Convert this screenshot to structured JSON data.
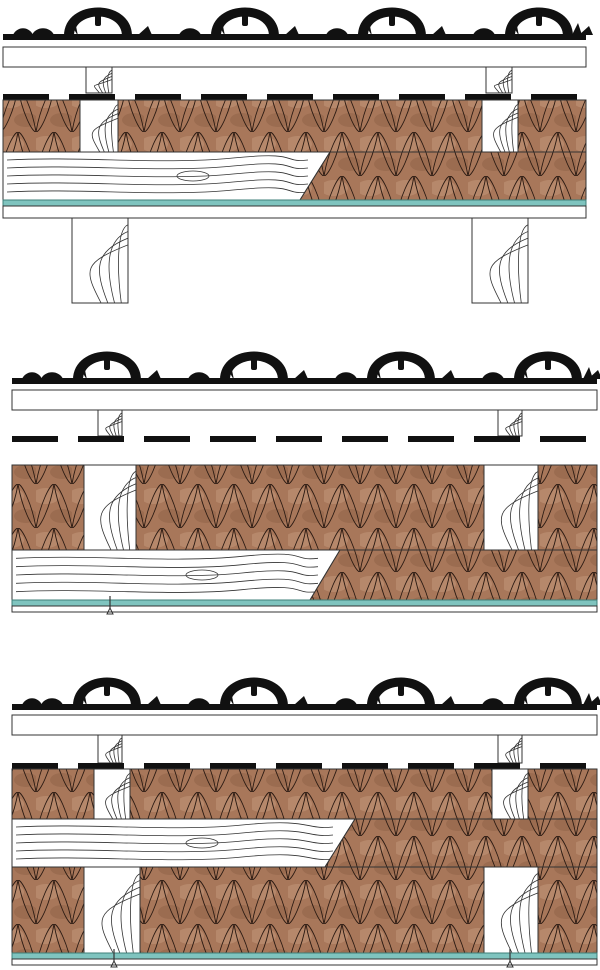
{
  "diagram": {
    "description_visible_text": "",
    "colors": {
      "background": "#ffffff",
      "tile": "#111111",
      "outline": "#333333",
      "wood": "#ffffff",
      "insulation_base": "#a8775a",
      "insulation_dark": "#8b5f45",
      "insulation_light": "#c89e80",
      "membrane": "#7fc4bf",
      "membrane_edge": "#3f7f7a"
    },
    "icons": [
      "roof-tile-icon",
      "wood-grain-icon",
      "insulation-pattern-icon",
      "screw-icon"
    ],
    "sections": [
      {
        "name": "section-1",
        "layers": [
          "roof-tiles",
          "tile-batten",
          "counter-battens",
          "felt-strip",
          "insulation-between-rafters",
          "wooden-board",
          "insulation-wedge",
          "vapour-membrane",
          "ceiling-board",
          "rafters"
        ]
      },
      {
        "name": "section-2",
        "layers": [
          "roof-tiles",
          "tile-batten",
          "counter-battens",
          "felt-strip",
          "insulation-between-rafters",
          "wooden-board",
          "insulation-wedge",
          "vapour-membrane",
          "ceiling-board",
          "screw"
        ]
      },
      {
        "name": "section-3",
        "layers": [
          "roof-tiles",
          "tile-batten",
          "counter-battens",
          "felt-strip",
          "insulation-upper",
          "wooden-board",
          "insulation-wedge",
          "insulation-lower",
          "vapour-membrane",
          "screws"
        ]
      }
    ]
  }
}
